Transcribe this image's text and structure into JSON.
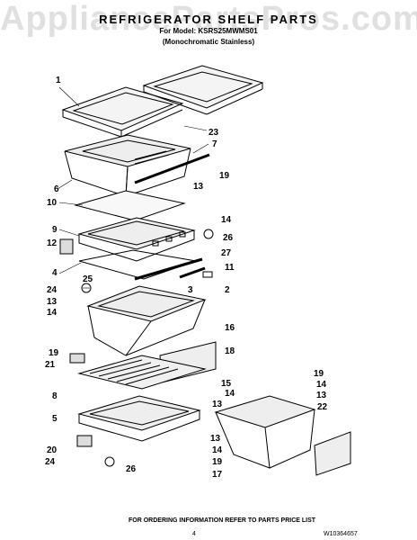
{
  "header": {
    "title": "REFRIGERATOR SHELF PARTS",
    "model_line": "For Model: KSRS25MWMS01",
    "variant_line": "(Monochromatic Stainless)",
    "watermark": "AppliancePartsPros.com"
  },
  "callouts": [
    "1",
    "23",
    "7",
    "6",
    "10",
    "19",
    "13",
    "14",
    "9",
    "26",
    "12",
    "27",
    "4",
    "11",
    "25",
    "3",
    "2",
    "24",
    "13",
    "14",
    "16",
    "19",
    "21",
    "18",
    "15",
    "14",
    "8",
    "13",
    "19",
    "14",
    "13",
    "5",
    "22",
    "20",
    "24",
    "26",
    "13",
    "14",
    "19",
    "17"
  ],
  "footer": {
    "ordering_note": "FOR ORDERING INFORMATION REFER TO PARTS PRICE LIST",
    "page_number": "4",
    "doc_number": "W10364657"
  }
}
